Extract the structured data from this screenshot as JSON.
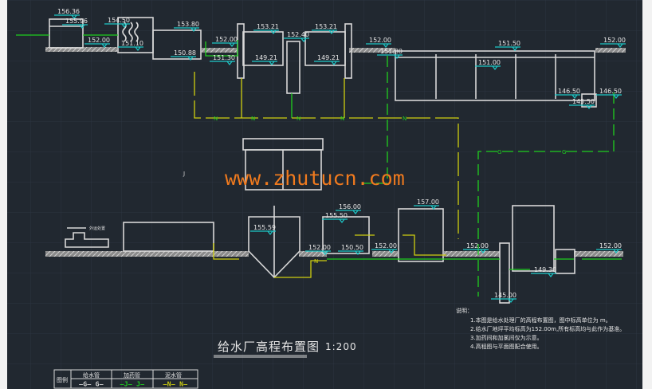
{
  "title": "给水厂高程布置图",
  "scale": "1:200",
  "watermark": "www.zhutucn.com",
  "elevations": [
    "156.36",
    "155.96",
    "152.00",
    "154.50",
    "151.10",
    "153.80",
    "150.88",
    "152.00",
    "151.30",
    "153.21",
    "149.21",
    "152.40",
    "153.21",
    "149.21",
    "152.00",
    "151.80",
    "151.50",
    "151.00",
    "152.00",
    "146.50",
    "146.50",
    "145.50",
    "155.59",
    "152.00",
    "156.00",
    "155.50",
    "150.50",
    "157.00",
    "152.00",
    "152.00",
    "152.00",
    "149.30",
    "145.00"
  ],
  "pipe_marks": {
    "sludge": "N",
    "dosing": "J",
    "water": "G"
  },
  "sludge_disposal_label": "外运处置",
  "notes": {
    "heading": "说明：",
    "items": [
      "1.本图是给水处理厂的高程布置图，图中标高单位为 m。",
      "2.给水厂地坪平均标高为152.00m,所有标高均与此作为基准。",
      "3.加药间和加氯间仅为示意。",
      "4.高程图与平面图配合使用。"
    ]
  },
  "legend": {
    "label": "图例",
    "columns": [
      {
        "name": "给水管",
        "sample": "—G— G—",
        "color": "#d8d8d8"
      },
      {
        "name": "加药管",
        "sample": "—J— J—",
        "color": "#1fcf1f"
      },
      {
        "name": "泥水管",
        "sample": "—N— N—",
        "color": "#cfcf10"
      }
    ]
  },
  "colors": {
    "background": "#212830",
    "structure": "#d8d8d8",
    "water_pipe": "#1fcf1f",
    "sludge_pipe": "#cfcf10",
    "elevation": "#1ec7c7",
    "watermark": "#f07a1e"
  }
}
